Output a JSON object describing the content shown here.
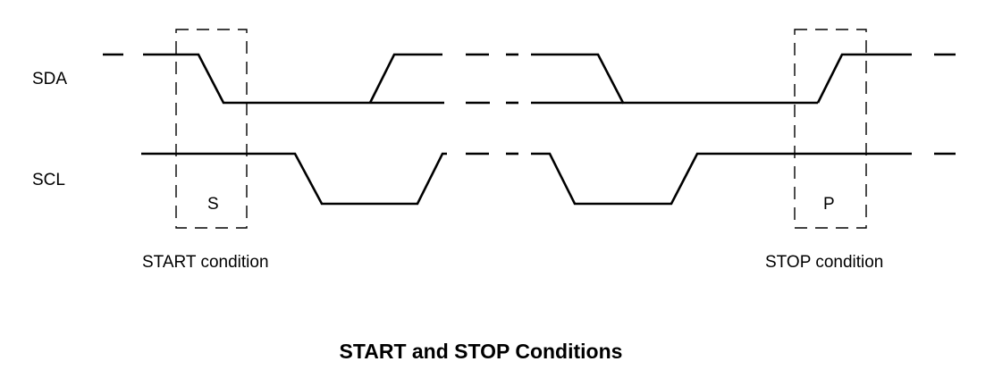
{
  "signals": {
    "sda_label": "SDA",
    "scl_label": "SCL"
  },
  "conditions": {
    "start_marker": "S",
    "stop_marker": "P",
    "start_label": "START condition",
    "stop_label": "STOP condition"
  },
  "caption": "START and STOP Conditions"
}
